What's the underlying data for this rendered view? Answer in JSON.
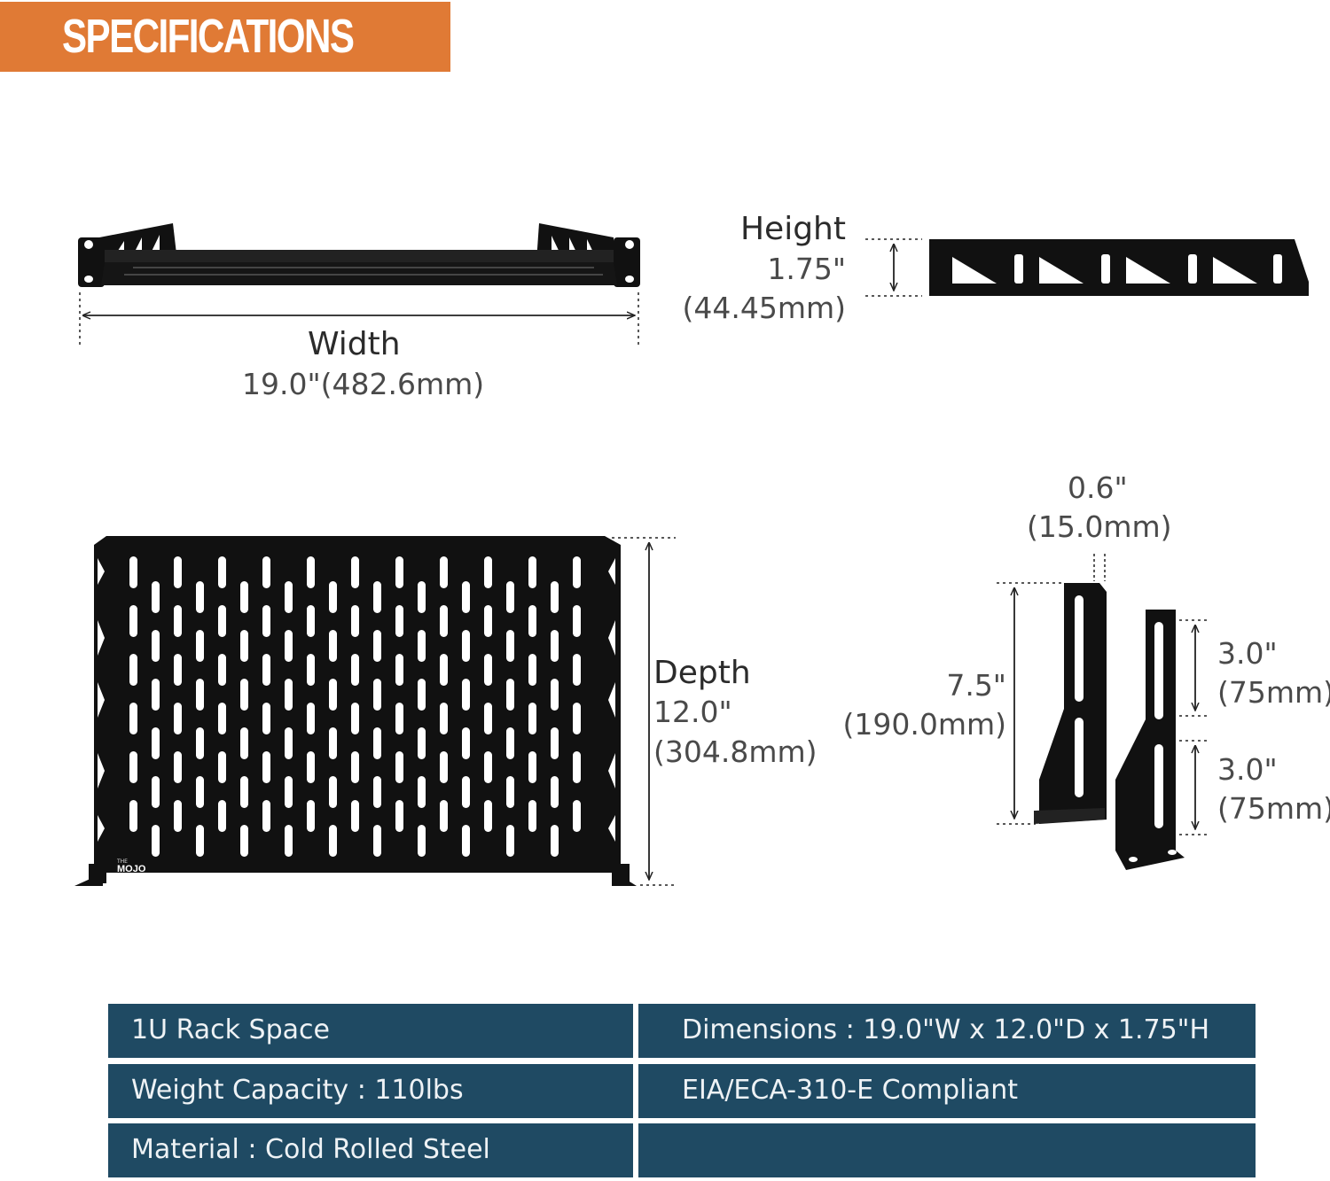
{
  "header": {
    "title": "SPECIFICATIONS"
  },
  "dimensions": {
    "width": {
      "label": "Width",
      "value": "19.0\"(482.6mm)"
    },
    "height": {
      "label": "Height",
      "value_in": "1.75\"",
      "value_mm": "(44.45mm)"
    },
    "depth": {
      "label": "Depth",
      "value_in": "12.0\"",
      "value_mm": "(304.8mm)"
    },
    "bracket_thickness": {
      "value_in": "0.6\"",
      "value_mm": "(15.0mm)"
    },
    "bracket_height": {
      "value_in": "7.5\"",
      "value_mm": "(190.0mm)"
    },
    "slot_upper": {
      "value_in": "3.0\"",
      "value_mm": "(75mm)"
    },
    "slot_lower": {
      "value_in": "3.0\"",
      "value_mm": "(75mm)"
    }
  },
  "logo": {
    "brand": "MOJO",
    "prefix": "THE"
  },
  "spec_table": {
    "rows": [
      [
        "1U Rack Space",
        "Dimensions : 19.0\"W x 12.0\"D x 1.75\"H"
      ],
      [
        "Weight Capacity : 110lbs",
        "EIA/ECA-310-E Compliant"
      ],
      [
        "Material : Cold Rolled Steel",
        ""
      ]
    ]
  },
  "colors": {
    "banner": "#e07a35",
    "table_cell": "#1f4a63",
    "table_text": "#eef2f5",
    "product": "#111111"
  }
}
